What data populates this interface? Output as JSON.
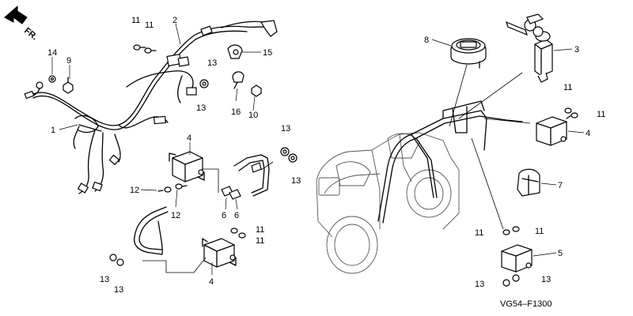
{
  "direction_label": "FR.",
  "diagram_code": "VG54–F1300",
  "callouts": {
    "c1": "1",
    "c2": "2",
    "c3": "3",
    "c4a": "4",
    "c4b": "4",
    "c4c": "4",
    "c5": "5",
    "c6a": "6",
    "c6b": "6",
    "c7": "7",
    "c8": "8",
    "c9": "9",
    "c10": "10",
    "c11a": "11",
    "c11b": "11",
    "c11c": "11",
    "c11d": "11",
    "c11e": "11",
    "c11f": "11",
    "c11g": "11",
    "c11h": "11",
    "c12a": "12",
    "c12b": "12",
    "c13a": "13",
    "c13b": "13",
    "c13c": "13",
    "c13d": "13",
    "c13e": "13",
    "c13f": "13",
    "c13g": "13",
    "c13h": "13",
    "c14": "14",
    "c15": "15",
    "c16": "16"
  }
}
